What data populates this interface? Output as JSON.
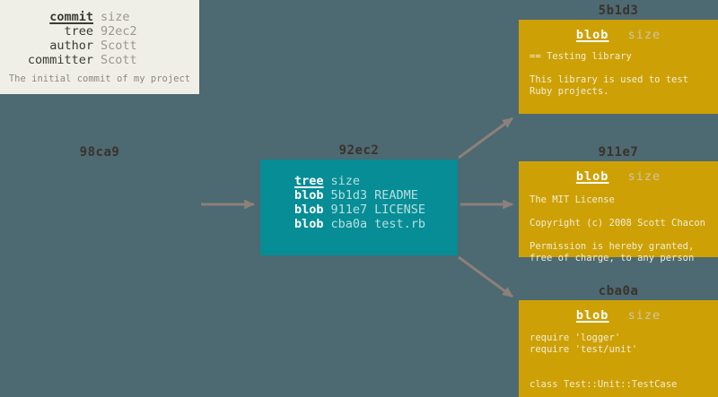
{
  "colors": {
    "background": "#4d6972",
    "commit_box_bg": "#f0efe7",
    "tree_box_bg": "#068d96",
    "blob_box_bg": "#cda106",
    "arrow": "#8b8178",
    "hash_label_text": "#3a332b",
    "commit_text_dark": "#3b3a33",
    "commit_text_muted": "#9b978c",
    "tree_text_bright": "#ffffff",
    "tree_text_muted": "#b9dfe0",
    "blob_size_muted": "#cdc5a5",
    "blob_content_text": "#f2ecd4"
  },
  "commit_object": {
    "hash_label": "98ca9",
    "header": {
      "type": "commit",
      "size": "size"
    },
    "fields": [
      {
        "key": "tree",
        "value": "92ec2"
      },
      {
        "key": "author",
        "value": "Scott"
      },
      {
        "key": "committer",
        "value": "Scott"
      }
    ],
    "message": "The initial commit of my project"
  },
  "tree_object": {
    "hash_label": "92ec2",
    "header": {
      "type": "tree",
      "size": "size"
    },
    "entries": [
      {
        "type": "blob",
        "hash": "5b1d3",
        "name": "README"
      },
      {
        "type": "blob",
        "hash": "911e7",
        "name": "LICENSE"
      },
      {
        "type": "blob",
        "hash": "cba0a",
        "name": "test.rb"
      }
    ]
  },
  "blob_objects": [
    {
      "hash_label": "5b1d3",
      "header": {
        "type": "blob",
        "size": "size"
      },
      "content": "== Testing library\n\nThis library is used to test\nRuby projects."
    },
    {
      "hash_label": "911e7",
      "header": {
        "type": "blob",
        "size": "size"
      },
      "content": "The MIT License\n\nCopyright (c) 2008 Scott Chacon\n\nPermission is hereby granted,\nfree of charge, to any person"
    },
    {
      "hash_label": "cba0a",
      "header": {
        "type": "blob",
        "size": "size"
      },
      "content": "require 'logger'\nrequire 'test/unit'\n\n\nclass Test::Unit::TestCase"
    }
  ]
}
